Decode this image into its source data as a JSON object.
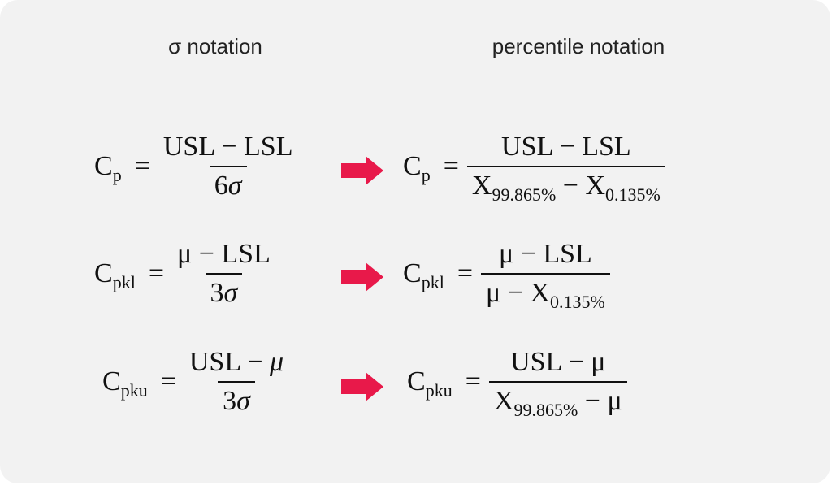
{
  "headers": {
    "sigma": "σ notation",
    "percentile": "percentile notation"
  },
  "accent_color": "#e8194a",
  "rows": [
    {
      "left": {
        "c": "C",
        "sub": "p",
        "eq": "=",
        "num": "USL − LSL",
        "den_a": "6",
        "den_b": "σ"
      },
      "right": {
        "c": "C",
        "sub": "p",
        "eq": "=",
        "num": "USL − LSL",
        "d1": "X",
        "d1s": "99.865%",
        "d2": " − X",
        "d2s": "0.135%"
      }
    },
    {
      "left": {
        "c": "C",
        "sub": "pkl",
        "eq": "=",
        "num": "μ − LSL",
        "den_a": "3",
        "den_b": "σ"
      },
      "right": {
        "c": "C",
        "sub": "pkl",
        "eq": "=",
        "num": "μ − LSL",
        "d1": "μ − X",
        "d1s": "0.135%"
      }
    },
    {
      "left": {
        "c": "C",
        "sub": "pku",
        "eq": "=",
        "num_a": "USL − ",
        "num_b": "μ",
        "den_a": "3",
        "den_b": "σ"
      },
      "right": {
        "c": "C",
        "sub": "pku",
        "eq": "=",
        "num": "USL − μ",
        "d1": "X",
        "d1s": "99.865%",
        "d2": " − μ"
      }
    }
  ]
}
